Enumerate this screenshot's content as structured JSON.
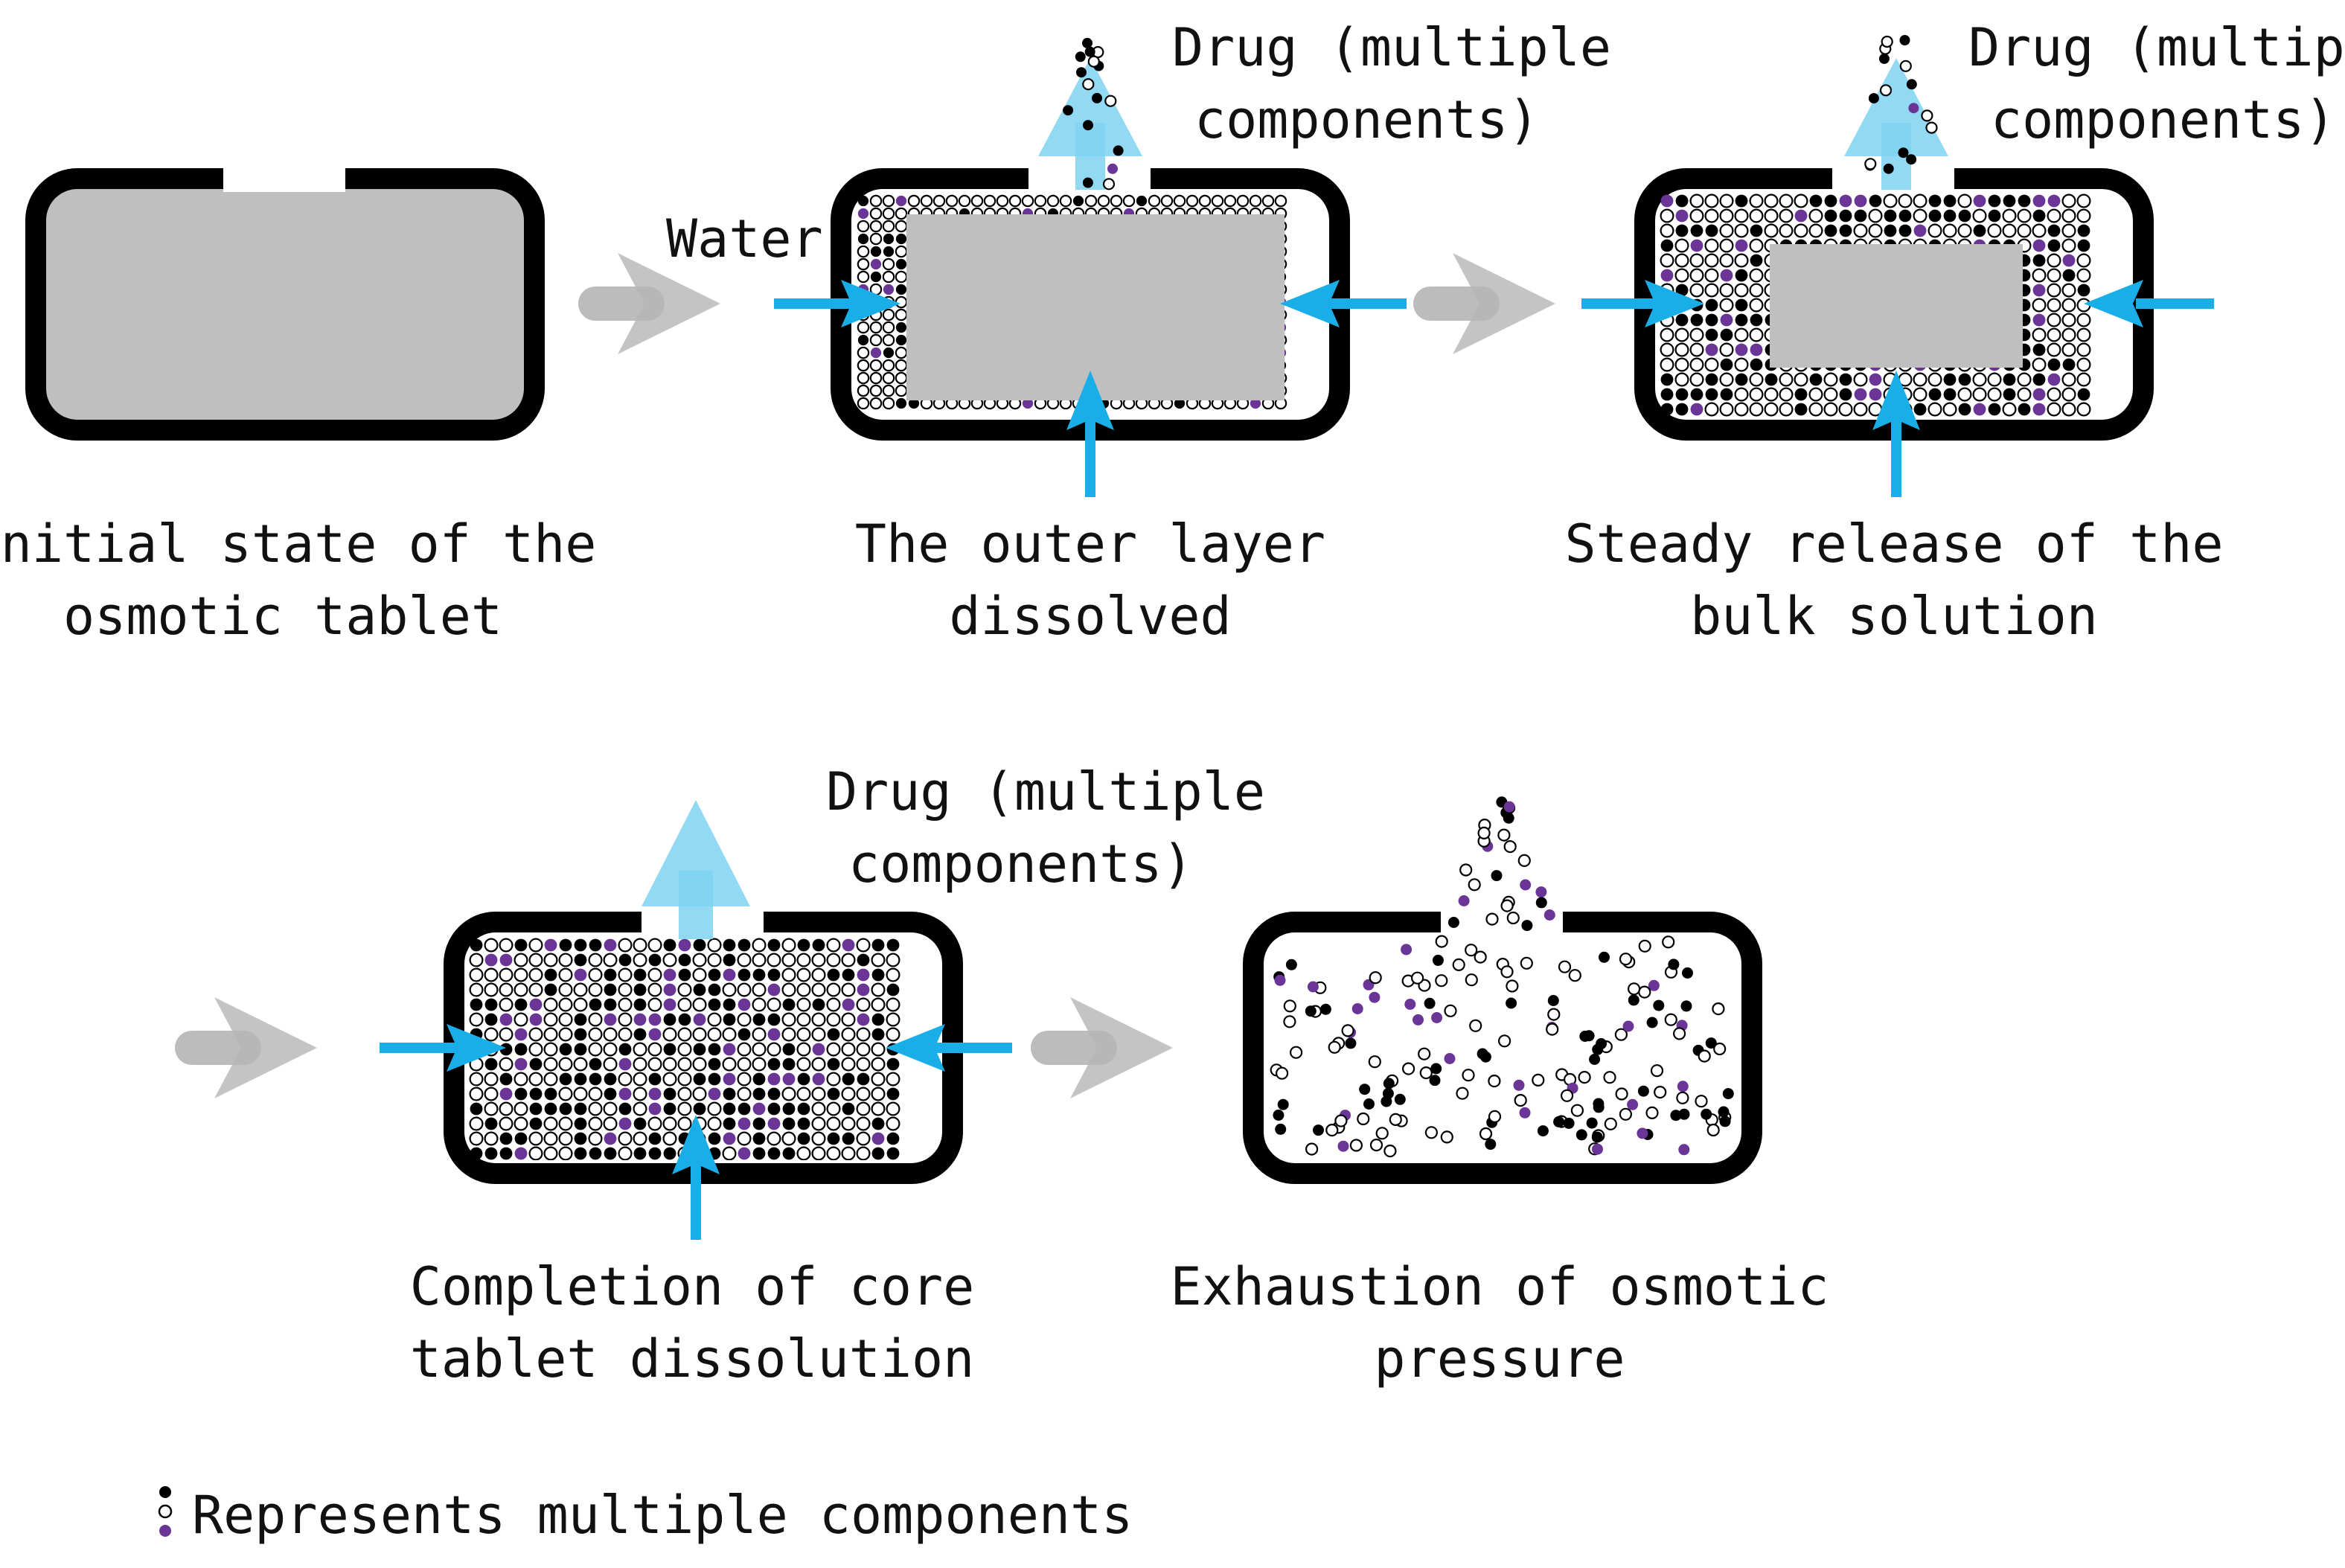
{
  "stages": [
    {
      "caption_line1": "Initial state of the",
      "caption_line2": "osmotic tablet"
    },
    {
      "caption_line1": "The outer layer",
      "caption_line2": "dissolved"
    },
    {
      "caption_line1": "Steady release of the",
      "caption_line2": "bulk solution"
    },
    {
      "caption_line1": "Completion of core",
      "caption_line2": "tablet dissolution"
    },
    {
      "caption_line1": "Exhaustion of osmotic",
      "caption_line2": "pressure"
    }
  ],
  "water_label": "Water",
  "drug_label_line1": "Drug (multiple",
  "drug_label_line2": "components)",
  "legend_text": "Represents multiple components",
  "colors": {
    "shell": "#000000",
    "core": "#bfbfbf",
    "water_arrow": "#1aaee8",
    "release_arrow": "#7fd2f2",
    "process_arrow": "#b5b5b5",
    "particle_black": "#000000",
    "particle_purple": "#6a3597",
    "particle_white": "#ffffff"
  }
}
